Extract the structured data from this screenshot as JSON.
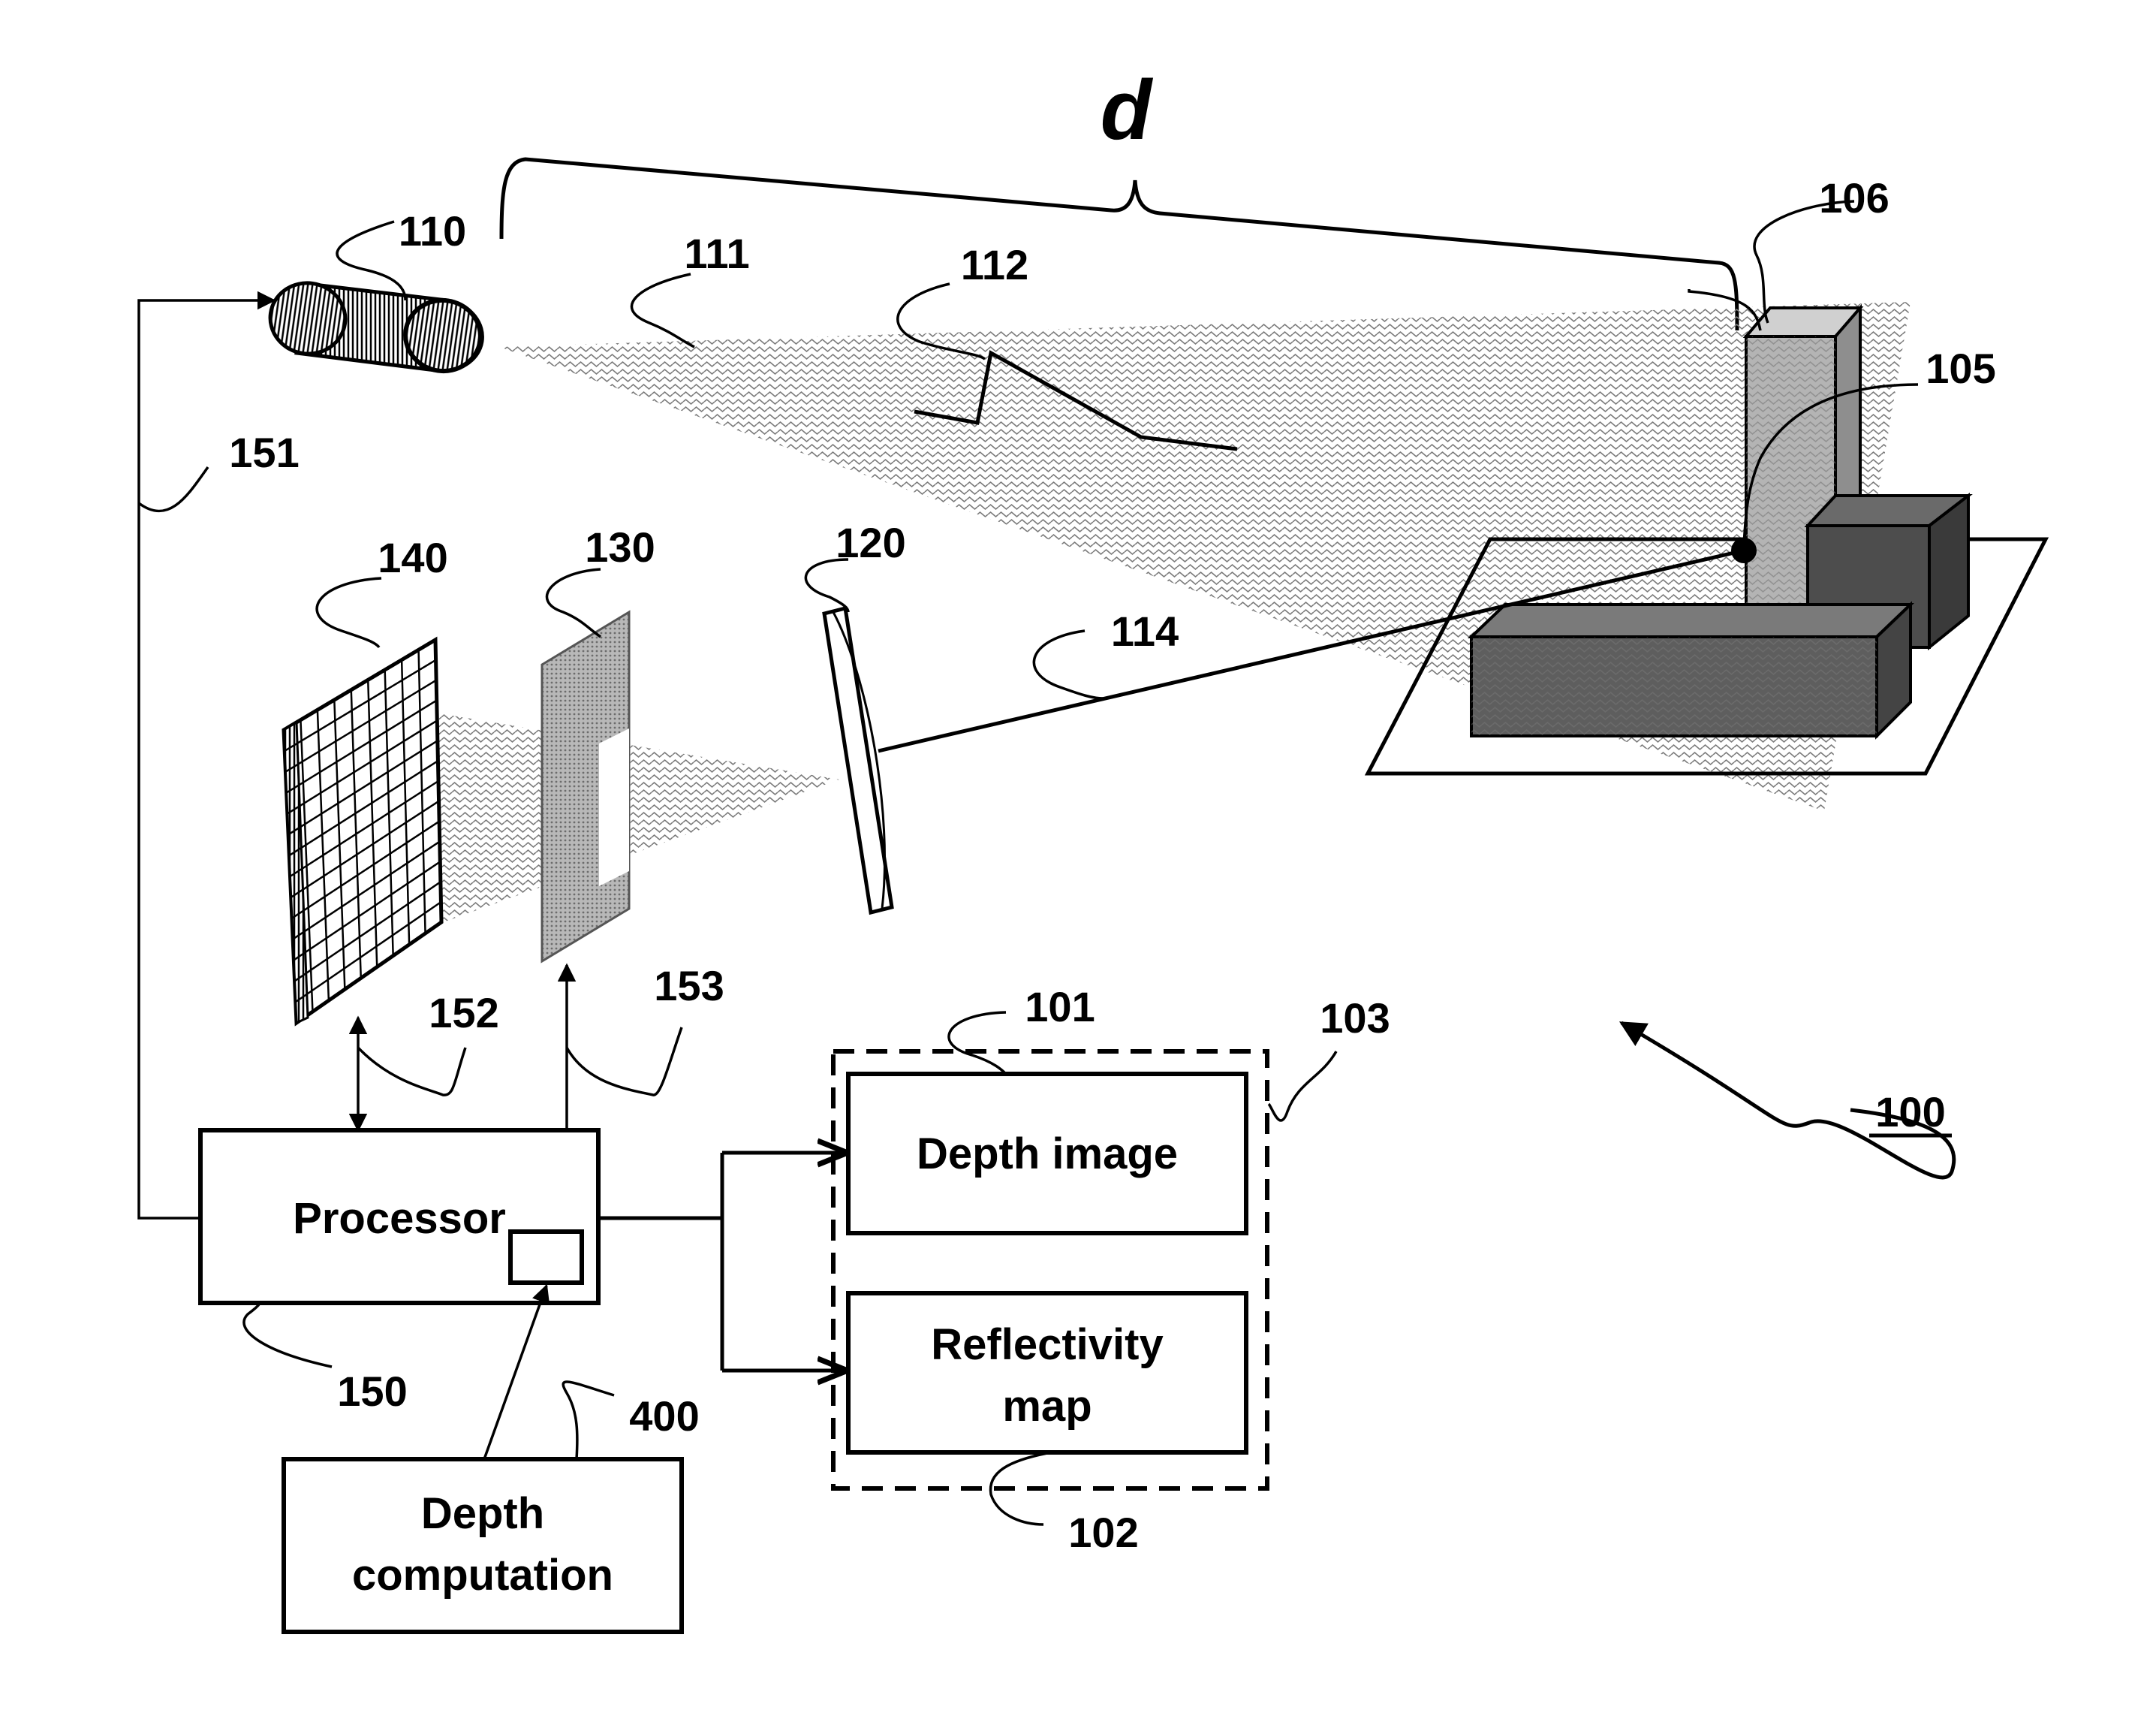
{
  "labels": {
    "distance": "d",
    "system": "100",
    "depth_image_ref": "101",
    "reflectivity_map_ref": "102",
    "output_group_ref": "103",
    "point_ref": "105",
    "object_ref": "106",
    "light_source_ref": "110",
    "emitted_beam_ref": "111",
    "pattern_ref": "112",
    "reflected_ray_ref": "114",
    "lens_ref": "120",
    "filter_ref": "130",
    "sensor_ref": "140",
    "processor_ref": "150",
    "link_source_ref": "151",
    "link_sensor_ref": "152",
    "link_filter_ref": "153",
    "depth_computation_ref": "400"
  },
  "boxes": {
    "processor": "Processor",
    "depth_image": "Depth image",
    "reflectivity_line1": "Reflectivity",
    "reflectivity_line2": "map",
    "depth_comp_line1": "Depth",
    "depth_comp_line2": "computation"
  },
  "colors": {
    "ink": "#000000",
    "hatch_fill": "#9a9a9a",
    "object_light": "#b0b0b0",
    "object_dark": "#555555",
    "filter_fill": "#8a8a8a"
  }
}
